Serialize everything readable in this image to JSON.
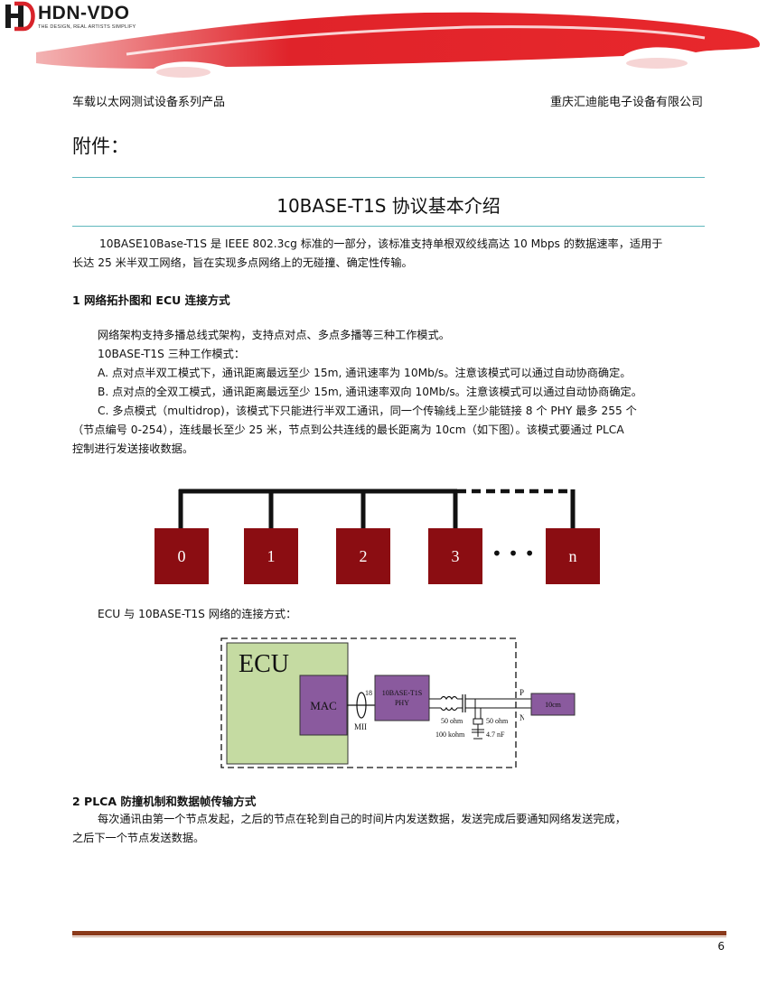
{
  "header": {
    "logo_text": "HDN-VDO",
    "logo_tagline": "THE DESIGN, REAL ARTISTS SIMPLIFY",
    "left": "车载以太网测试设备系列产品",
    "right": "重庆汇迪能电子设备有限公司"
  },
  "annex": "附件：",
  "title": "10BASE-T1S 协议基本介绍",
  "intro": [
    "10BASE10Base-T1S 是 IEEE 802.3cg 标准的一部分，该标准支持单根双绞线高达 10 Mbps 的数据速率，适用于",
    "长达 25 米半双工网络，旨在实现多点网络上的无碰撞、确定性传输。"
  ],
  "section1": {
    "heading": "1 网络拓扑图和 ECU 连接方式",
    "lines": [
      "网络架构支持多播总线式架构，支持点对点、多点多播等三种工作模式。",
      "10BASE-T1S 三种工作模式：",
      "A. 点对点半双工模式下，通讯距离最远至少 15m, 通讯速率为 10Mb/s。注意该模式可以通过自动协商确定。",
      "B. 点对点的全双工模式，通讯距离最远至少  15m, 通讯速率双向  10Mb/s。注意该模式可以通过自动协商确定。",
      "C. 多点模式（multidrop)，该模式下只能进行半双工通讯，同一个传输线上至少能链接 8 个 PHY 最多 255 个",
      "（节点编号 0-254），连线最长至少 25 米，节点到公共连线的最长距离为 10cm（如下图）。该模式要通过 PLCA",
      "控制进行发送接收数据。"
    ]
  },
  "bus_diagram": {
    "nodes": [
      "0",
      "1",
      "2",
      "3",
      "n"
    ],
    "ellipsis": "• • •"
  },
  "ecu_caption": "ECU 与 10BASE-T1S 网络的连接方式：",
  "ecu_diagram": {
    "ecu_label": "ECU",
    "mac_label": "MAC",
    "phy_label_1": "10BASE-T1S",
    "phy_label_2": "PHY",
    "mii_label": "MII",
    "bus_width": "18",
    "p_label": "P",
    "n_label": "N",
    "r1": "50 ohm",
    "r2": "50 ohm",
    "r3": "100 kohm",
    "c1": "4.7 nF",
    "stub_label": "10cm"
  },
  "section2": {
    "heading": "2 PLCA 防撞机制和数据帧传输方式",
    "lines": [
      "每次通讯由第一个节点发起，之后的节点在轮到自己的时间片内发送数据，发送完成后要通知网络发送完成，",
      "之后下一个节点发送数据。"
    ]
  },
  "page_number": "6",
  "colors": {
    "rule": "#5fb7bd",
    "node": "#8b0d12",
    "ecu_fill": "#c5dba2",
    "mac_fill": "#8a5a9e",
    "logo_red": "#d8232a"
  }
}
